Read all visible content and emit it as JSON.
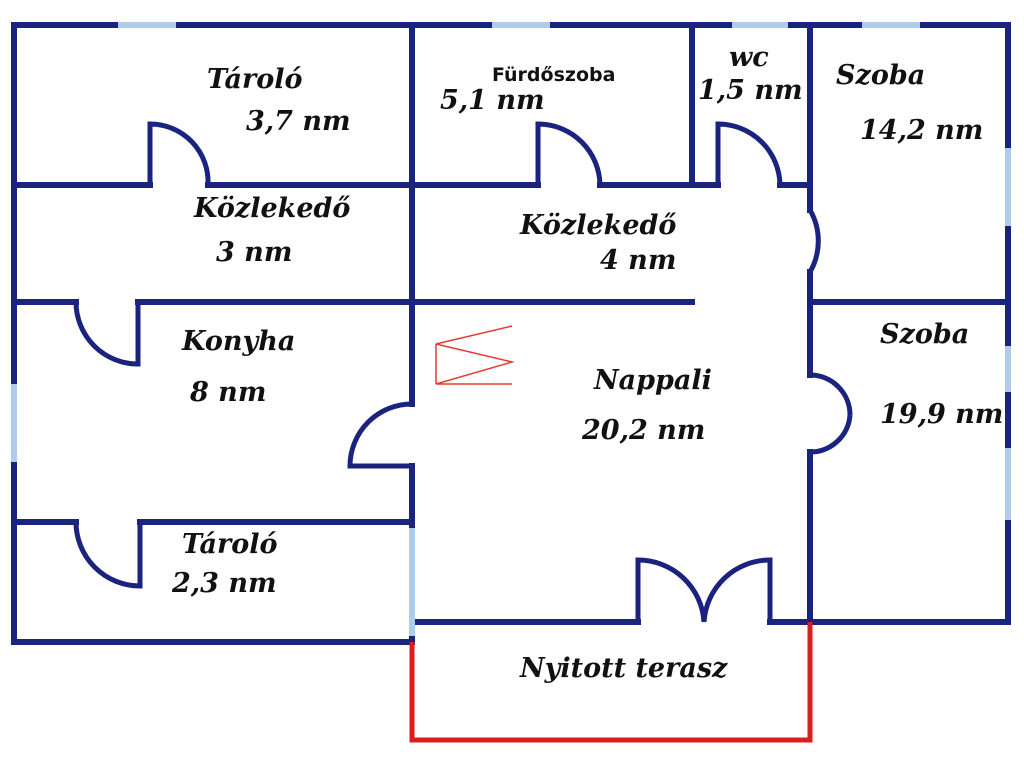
{
  "colors": {
    "wall": "#1a237e",
    "window": "#aecdea",
    "terrace": "#d81e1e",
    "stairs": "#e53935",
    "text": "#111111"
  },
  "rooms": [
    {
      "key": "storage_top",
      "name": "Tároló",
      "area": "3,7 nm"
    },
    {
      "key": "bathroom",
      "name": "Fürdőszoba",
      "area": "5,1 nm"
    },
    {
      "key": "wc",
      "name": "wc",
      "area": "1,5 nm"
    },
    {
      "key": "room_top",
      "name": "Szoba",
      "area": "14,2 nm"
    },
    {
      "key": "hall_left",
      "name": "Közlekedő",
      "area": "3 nm"
    },
    {
      "key": "hall_middle",
      "name": "Közlekedő",
      "area": "4 nm"
    },
    {
      "key": "kitchen",
      "name": "Konyha",
      "area": "8 nm"
    },
    {
      "key": "living",
      "name": "Nappali",
      "area": "20,2 nm"
    },
    {
      "key": "room_right",
      "name": "Szoba",
      "area": "19,9 nm"
    },
    {
      "key": "storage_bottom",
      "name": "Tároló",
      "area": "2,3 nm"
    },
    {
      "key": "terrace",
      "name": "Nyitott terasz"
    }
  ]
}
